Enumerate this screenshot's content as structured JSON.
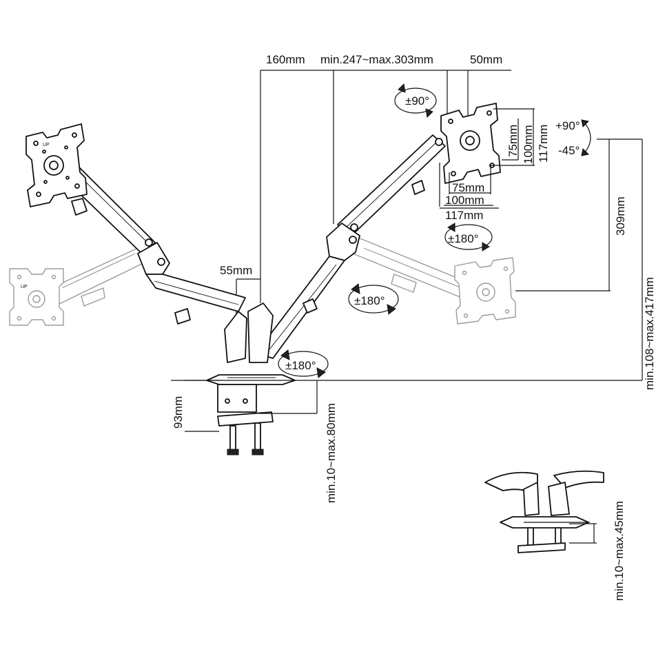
{
  "dimensions": {
    "offset_160": "160mm",
    "arm_reach": "min.247~max.303mm",
    "vesa_offset_50": "50mm",
    "vesa_75_v": "75mm",
    "vesa_100_v": "100mm",
    "vesa_117_v": "117mm",
    "vesa_75_h": "75mm",
    "vesa_100_h": "100mm",
    "vesa_117_h": "117mm",
    "pole_55": "55mm",
    "height_309": "309mm",
    "height_range": "min.108~max.417mm",
    "clamp_93": "93mm",
    "clamp_desk": "min.10~max.80mm",
    "grommet_desk": "min.10~max.45mm"
  },
  "rotations": {
    "swivel_head": "±90°",
    "tilt_up": "+90°",
    "tilt_down": "-45°",
    "rotate_head": "±180°",
    "rotate_elbow": "±180°",
    "rotate_base": "±180°"
  },
  "vesa_marks": {
    "up_label": "UP"
  }
}
